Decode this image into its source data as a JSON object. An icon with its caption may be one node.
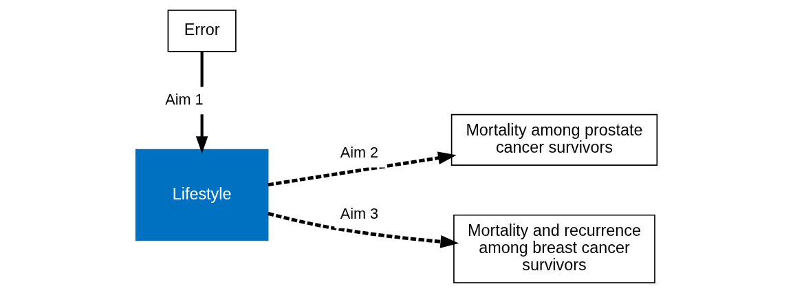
{
  "diagram": {
    "nodes": [
      {
        "text": [
          "Error"
        ]
      },
      {
        "text": [
          "Lifestyle"
        ]
      },
      {
        "text": [
          "Mortality among prostate cancer survivors"
        ]
      },
      {
        "text": [
          "Mortality and recurrence among breast cancer survivors"
        ]
      }
    ],
    "edges": [
      {
        "from": 0,
        "to": 1,
        "arrow": "to",
        "label": "Aim 1"
      },
      {
        "from": 1,
        "to": 2,
        "arrow": "to",
        "label": "Aim 2",
        "style": "dashed"
      },
      {
        "from": 1,
        "to": 3,
        "arrow": "to",
        "label": "Aim 3",
        "style": "dashed"
      }
    ]
  }
}
